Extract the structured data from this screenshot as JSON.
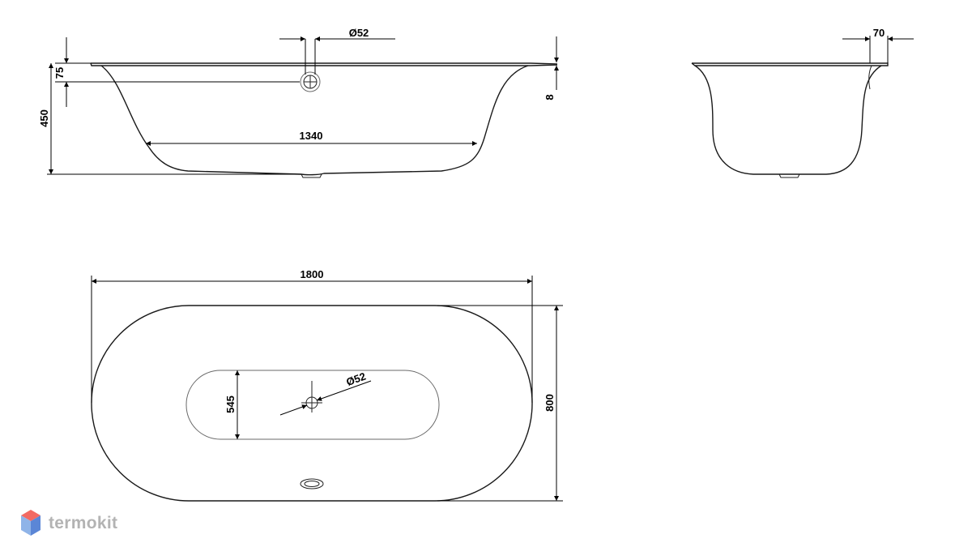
{
  "dimensions": {
    "side_overflow_diameter": "Ø52",
    "side_rim_to_overflow": "75",
    "side_total_height": "450",
    "side_bottom_length": "1340",
    "side_rim_thickness": "8",
    "end_rim_width": "70",
    "plan_length": "1800",
    "plan_width": "800",
    "plan_inner_width": "545",
    "plan_overflow_diameter": "Ø52"
  },
  "brand": {
    "name": "termokit",
    "colors": {
      "top": "#f26a63",
      "left": "#8fb4e8",
      "right": "#5b86d6"
    }
  },
  "colors": {
    "line": "#1a1a1a",
    "text": "#b3b3b3"
  }
}
